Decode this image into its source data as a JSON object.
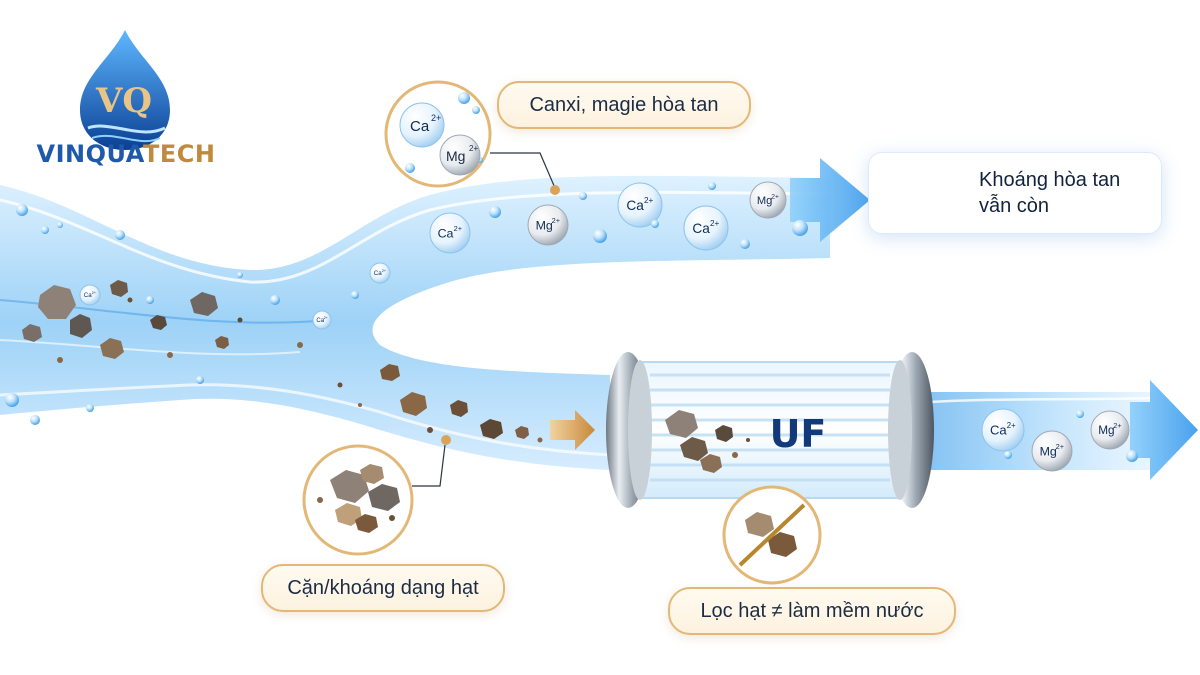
{
  "brand": {
    "name_part1": "VINQUA",
    "name_part2": "TECH",
    "monogram": "VQ"
  },
  "labels": {
    "dissolved": "Canxi, magie hòa tan",
    "particles": "Cặn/khoáng dạng hạt",
    "filter_note": "Lọc hạt ≠ làm mềm nước",
    "uf": "UF"
  },
  "result_card": {
    "line1": "Khoáng hòa tan",
    "line2": "vẫn còn",
    "icon": "water-drop-icon"
  },
  "ions": {
    "ca": "Ca",
    "mg": "Mg",
    "charge": "2+"
  },
  "icons": {
    "no_particles": "no-particles-icon",
    "arrow": "arrow-right-icon"
  },
  "colors": {
    "water": "#7fc3f2",
    "water_dark": "#2d8fe0",
    "gold": "#e3b877",
    "sediment": "#7a5a3a",
    "brand_blue": "#1f5aa8",
    "brand_gold": "#c08a3e"
  }
}
